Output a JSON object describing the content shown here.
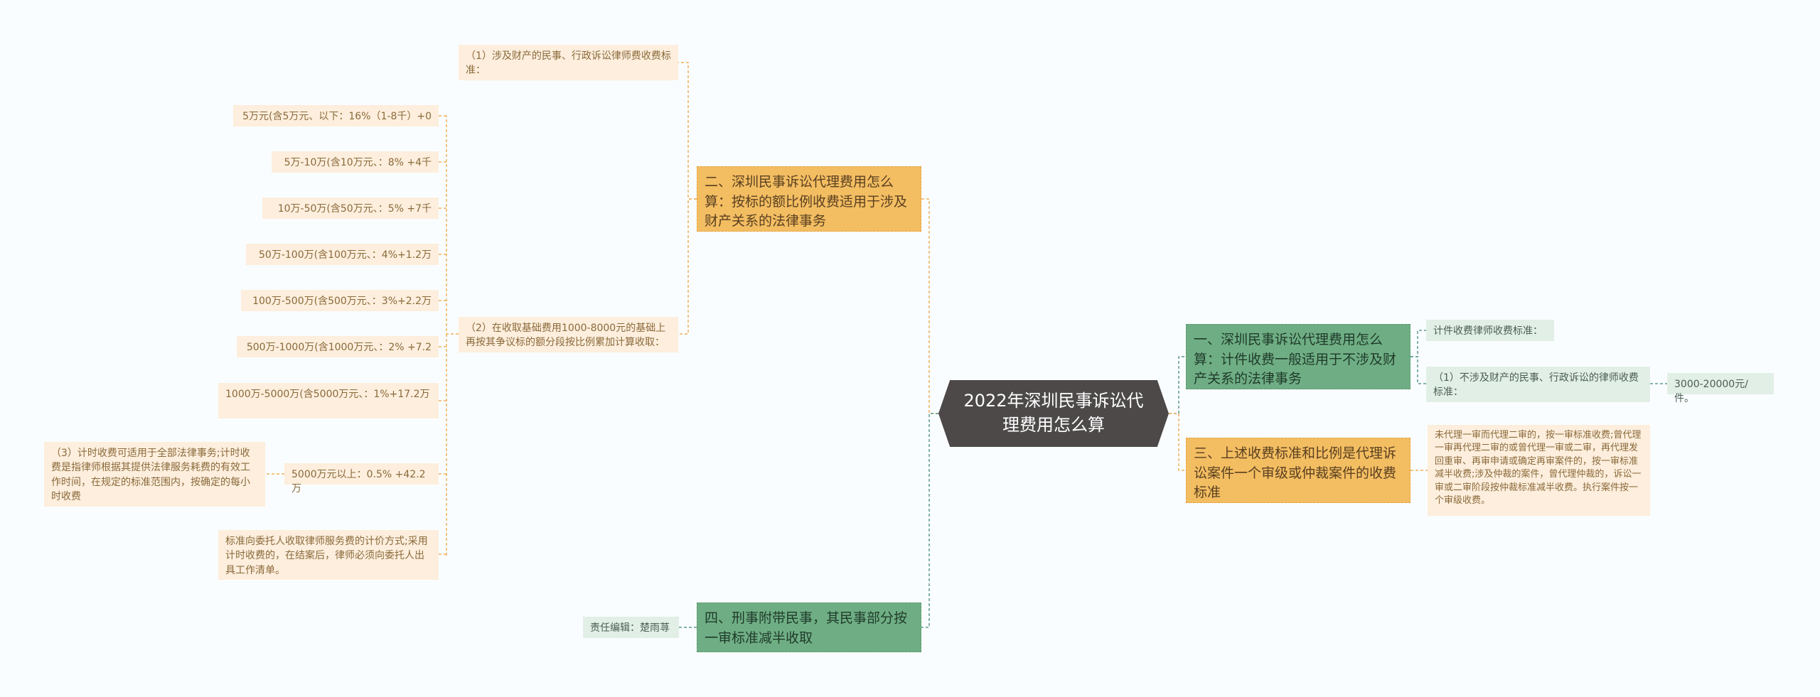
{
  "root": {
    "title": "2022年深圳民事诉讼代理费用怎么算"
  },
  "colors": {
    "root": "#4d4949",
    "orange": "#f3bd62",
    "green": "#6fae84",
    "leaf": "#fdeedd",
    "leaf_green": "#e2efe6",
    "line_orange": "#f0b05a",
    "line_green": "#5d9b8a"
  },
  "right": {
    "branch1": {
      "label": "一、深圳民事诉讼代理费用怎么算：计件收费一般适用于不涉及财产关系的法律事务",
      "child1": "计件收费律师收费标准：",
      "child2": "（1）不涉及财产的民事、行政诉讼的律师收费标准：",
      "child2_value": "3000-20000元/件。"
    },
    "branch3": {
      "label": "三、上述收费标准和比例是代理诉讼案件一个审级或仲裁案件的收费标准",
      "detail": "未代理一审而代理二审的，按一审标准收费;曾代理一审再代理二审的或曾代理一审或二审，再代理发回重审、再审申请或确定再审案件的，按一审标准减半收费;涉及仲裁的案件，曾代理仲裁的，诉讼一审或二审阶段按仲裁标准减半收费。执行案件按一个审级收费。"
    }
  },
  "left": {
    "branch2": {
      "label": "二、深圳民事诉讼代理费用怎么算：按标的额比例收费适用于涉及财产关系的法律事务",
      "child1": "（1）涉及财产的民事、行政诉讼律师费收费标准：",
      "child2": "（2）在收取基础费用1000-8000元的基础上再按其争议标的额分段按比例累加计算收取：",
      "tiers": [
        "5万元(含5万元、以下：16%（1-8千）+0",
        "5万-10万(含10万元、：8% +4千",
        "10万-50万(含50万元、：5% +7千",
        "50万-100万(含100万元、：4%+1.2万",
        "100万-500万(含500万元、：3%+2.2万",
        "500万-1000万(含1000万元、：2% +7.2",
        "1000万-5000万(含5000万元、：1%+17.2万",
        "5000万元以上：0.5% +42.2万",
        "标准向委托人收取律师服务费的计价方式;采用计时收费的，在结案后，律师必须向委托人出具工作清单。"
      ],
      "hourly_note": "（3）计时收费可适用于全部法律事务;计时收费是指律师根据其提供法律服务耗费的有效工作时间，在规定的标准范围内，按确定的每小时收费"
    },
    "branch4": {
      "label": "四、刑事附带民事，其民事部分按一审标准减半收取",
      "editor": "责任编辑：楚雨荨"
    }
  }
}
